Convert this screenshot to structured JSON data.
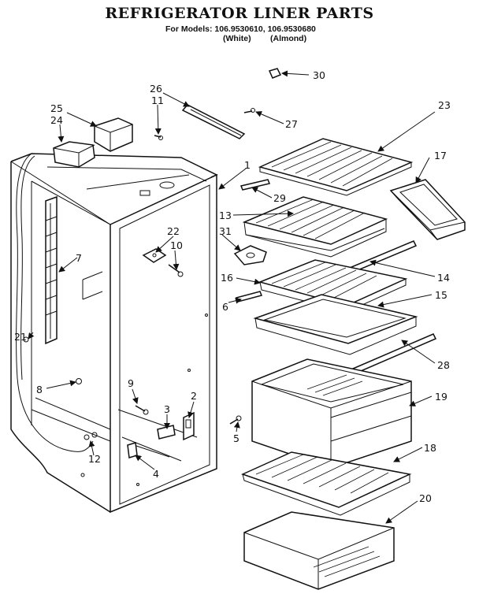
{
  "title": "Refrigerator Liner Parts",
  "subtitle": "For Models: 106.9530610, 106.9530680",
  "variant_white": "(White)",
  "variant_almond": "(Almond)",
  "callouts": {
    "c1": "1",
    "c2": "2",
    "c3": "3",
    "c4": "4",
    "c5": "5",
    "c6": "6",
    "c7": "7",
    "c8": "8",
    "c9": "9",
    "c10": "10",
    "c11": "11",
    "c12": "12",
    "c13": "13",
    "c14": "14",
    "c15": "15",
    "c16": "16",
    "c17": "17",
    "c18": "18",
    "c19": "19",
    "c20": "20",
    "c21": "21",
    "c22": "22",
    "c23": "23",
    "c24": "24",
    "c25": "25",
    "c26": "26",
    "c27": "27",
    "c28": "28",
    "c29": "29",
    "c30": "30",
    "c31": "31"
  }
}
